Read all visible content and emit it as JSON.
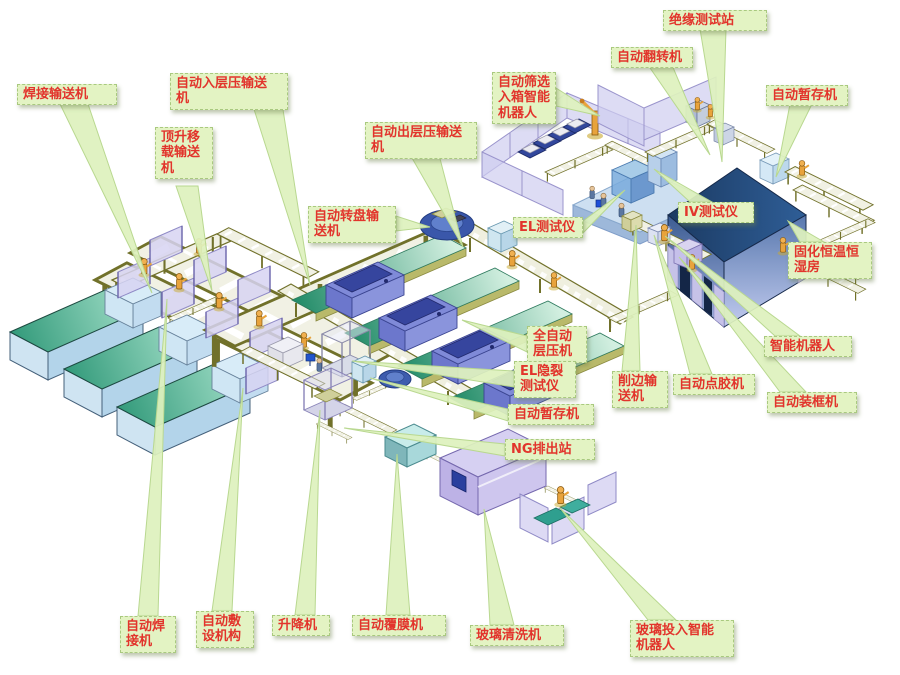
{
  "palette": {
    "label_bg": "#e3f3c3",
    "label_border": "#a9c97f",
    "label_text": "#e2342c",
    "leader_fill": "#def1bd",
    "conveyor_frame": "#71712a",
    "stringer_green": "#2f9878",
    "laminator_belt_green": "#1f8a66",
    "laminator_head_blue": "#6c77cc",
    "curing_room_navy": "#1b3a62",
    "fence_purple": "#d7d4f2",
    "robot_orange": "#e8a33c",
    "washer_lavender": "#d6d0f2",
    "glass_teal": "#2f9f8f"
  },
  "labels": [
    {
      "id": "welding-conveyor",
      "text": "焊接输送机"
    },
    {
      "id": "lift-transfer-conveyor",
      "text": "顶升移\n载输送\n机"
    },
    {
      "id": "in-laminator-conveyor",
      "text": "自动入层压输送\n机"
    },
    {
      "id": "out-laminator-conveyor",
      "text": "自动出层压输送\n机"
    },
    {
      "id": "turntable-conveyor",
      "text": "自动转盘输\n送机"
    },
    {
      "id": "sorting-boxing-robot",
      "text": "自动筛选\n入箱智能\n机器人"
    },
    {
      "id": "insulation-test-station",
      "text": "绝缘测试站"
    },
    {
      "id": "auto-flip-machine",
      "text": "自动翻转机"
    },
    {
      "id": "auto-buffer-top",
      "text": "自动暂存机"
    },
    {
      "id": "el-tester",
      "text": "EL测试仪"
    },
    {
      "id": "iv-tester",
      "text": "IV测试仪"
    },
    {
      "id": "curing-room",
      "text": "固化恒温恒\n湿房"
    },
    {
      "id": "full-auto-laminator",
      "text": "全自动\n层压机"
    },
    {
      "id": "el-crack-tester",
      "text": "EL隐裂\n测试仪"
    },
    {
      "id": "auto-buffer-mid",
      "text": "自动暂存机"
    },
    {
      "id": "ng-eject-station",
      "text": "NG排出站"
    },
    {
      "id": "edge-trim-conveyor",
      "text": "削边输\n送机"
    },
    {
      "id": "auto-dispenser",
      "text": "自动点胶机"
    },
    {
      "id": "smart-robot",
      "text": "智能机器人"
    },
    {
      "id": "auto-framer",
      "text": "自动装框机"
    },
    {
      "id": "auto-welder",
      "text": "自动焊\n接机"
    },
    {
      "id": "auto-layup-mechanism",
      "text": "自动敷\n设机构"
    },
    {
      "id": "lift-machine",
      "text": "升降机"
    },
    {
      "id": "auto-film-machine",
      "text": "自动覆膜机"
    },
    {
      "id": "glass-washer",
      "text": "玻璃清洗机"
    },
    {
      "id": "glass-loading-robot",
      "text": "玻璃投入智能\n机器人"
    }
  ]
}
